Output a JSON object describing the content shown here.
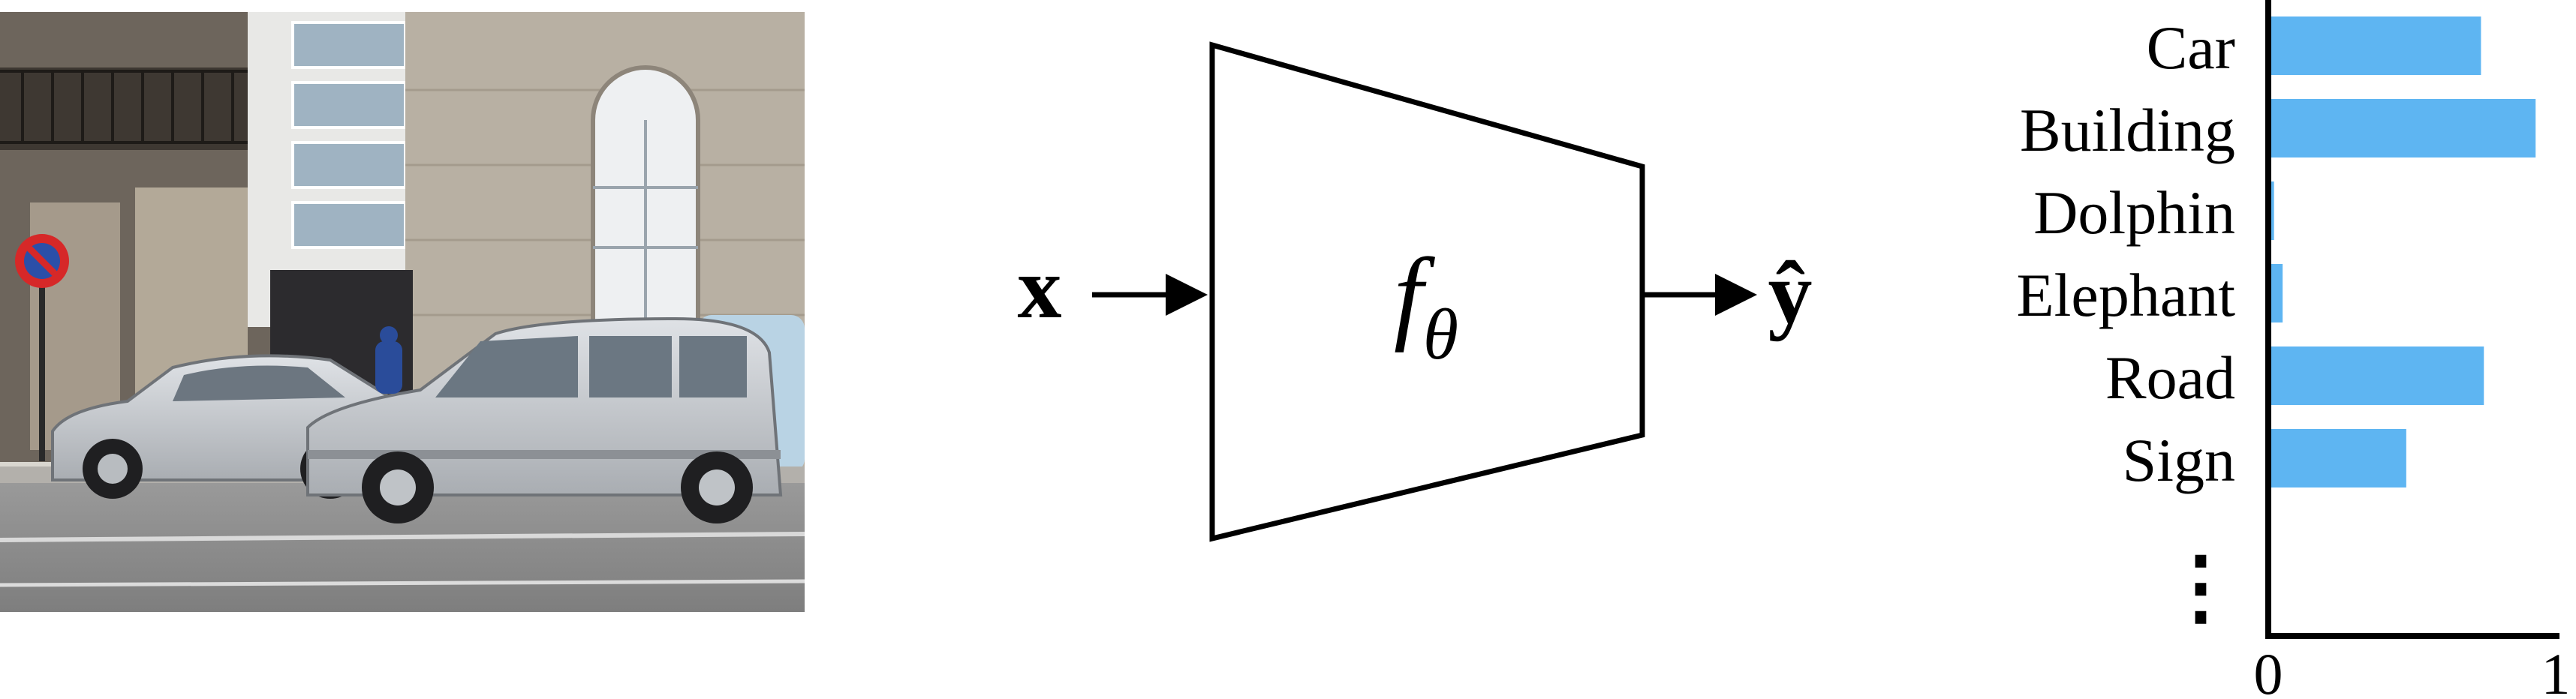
{
  "diagram": {
    "input_symbol": "x",
    "model_symbol": "f",
    "model_subscript": "θ",
    "output_symbol": "ŷ"
  },
  "chart_data": {
    "type": "bar",
    "orientation": "horizontal",
    "categories": [
      "Car",
      "Building",
      "Dolphin",
      "Elephant",
      "Road",
      "Sign"
    ],
    "values": [
      0.74,
      0.93,
      0.02,
      0.05,
      0.75,
      0.48
    ],
    "continuation": "⋮",
    "xlim": [
      0,
      1
    ],
    "xticks": [
      "0",
      "1"
    ],
    "bar_color": "#5eb5f2",
    "grid": false
  },
  "photo": {
    "sky_color": "#f2f2f2",
    "road_color": "#8f8f8f",
    "car_color": "#c5c8cc",
    "stone_color": "#b6aea1"
  }
}
